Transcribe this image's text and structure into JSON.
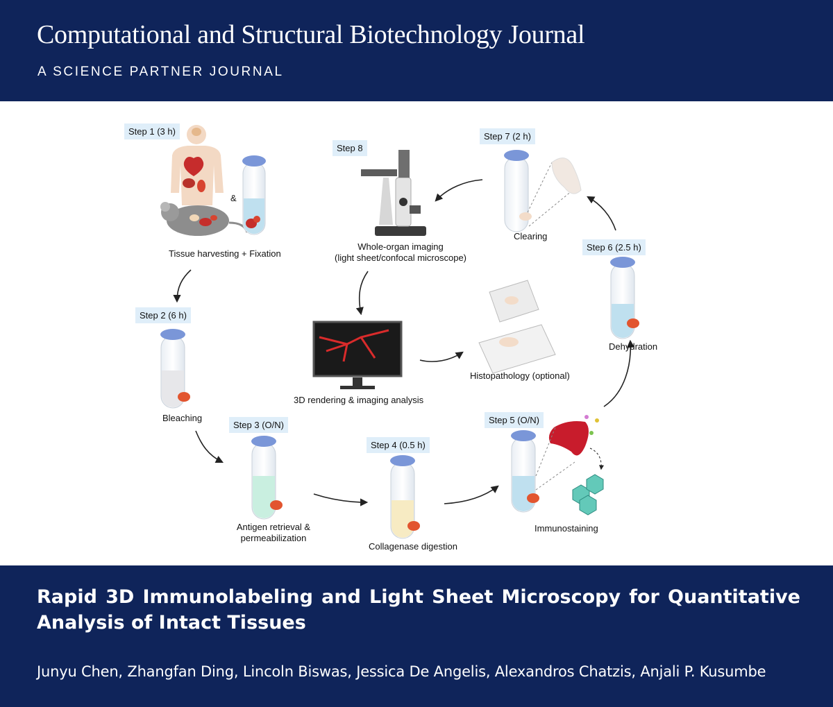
{
  "header": {
    "journal_title": "Computational and Structural Biotechnology Journal",
    "journal_subtitle": "A SCIENCE PARTNER JOURNAL"
  },
  "figure": {
    "steps": {
      "step1": "Step 1 (3 h)",
      "step2": "Step 2 (6 h)",
      "step3": "Step 3 (O/N)",
      "step4": "Step 4 (0.5 h)",
      "step5": "Step 5 (O/N)",
      "step6": "Step 6 (2.5 h)",
      "step7": "Step 7 (2 h)",
      "step8": "Step 8"
    },
    "captions": {
      "harvest": "Tissue harvesting + Fixation",
      "ampersand": "&",
      "bleaching": "Bleaching",
      "antigen_line1": "Antigen retrieval &",
      "antigen_line2": "permeabilization",
      "collagenase": "Collagenase digestion",
      "immunostaining": "Immunostaining",
      "dehydration": "Dehydration",
      "clearing": "Clearing",
      "imaging_line1": "Whole-organ imaging",
      "imaging_line2": "(light sheet/confocal microscope)",
      "rendering": "3D rendering & imaging analysis",
      "histopathology": "Histopathology (optional)"
    },
    "colors": {
      "badge": "#dfeef9",
      "tissue": "#e2552f",
      "tube_cap": "#7a96d8",
      "band": "#0f245a"
    }
  },
  "article": {
    "title": "Rapid 3D Immunolabeling and Light Sheet Microscopy for Quantitative Analysis of Intact Tissues",
    "authors": "Junyu Chen, Zhangfan Ding, Lincoln Biswas, Jessica De Angelis, Alexandros Chatzis, Anjali P. Kusumbe"
  }
}
